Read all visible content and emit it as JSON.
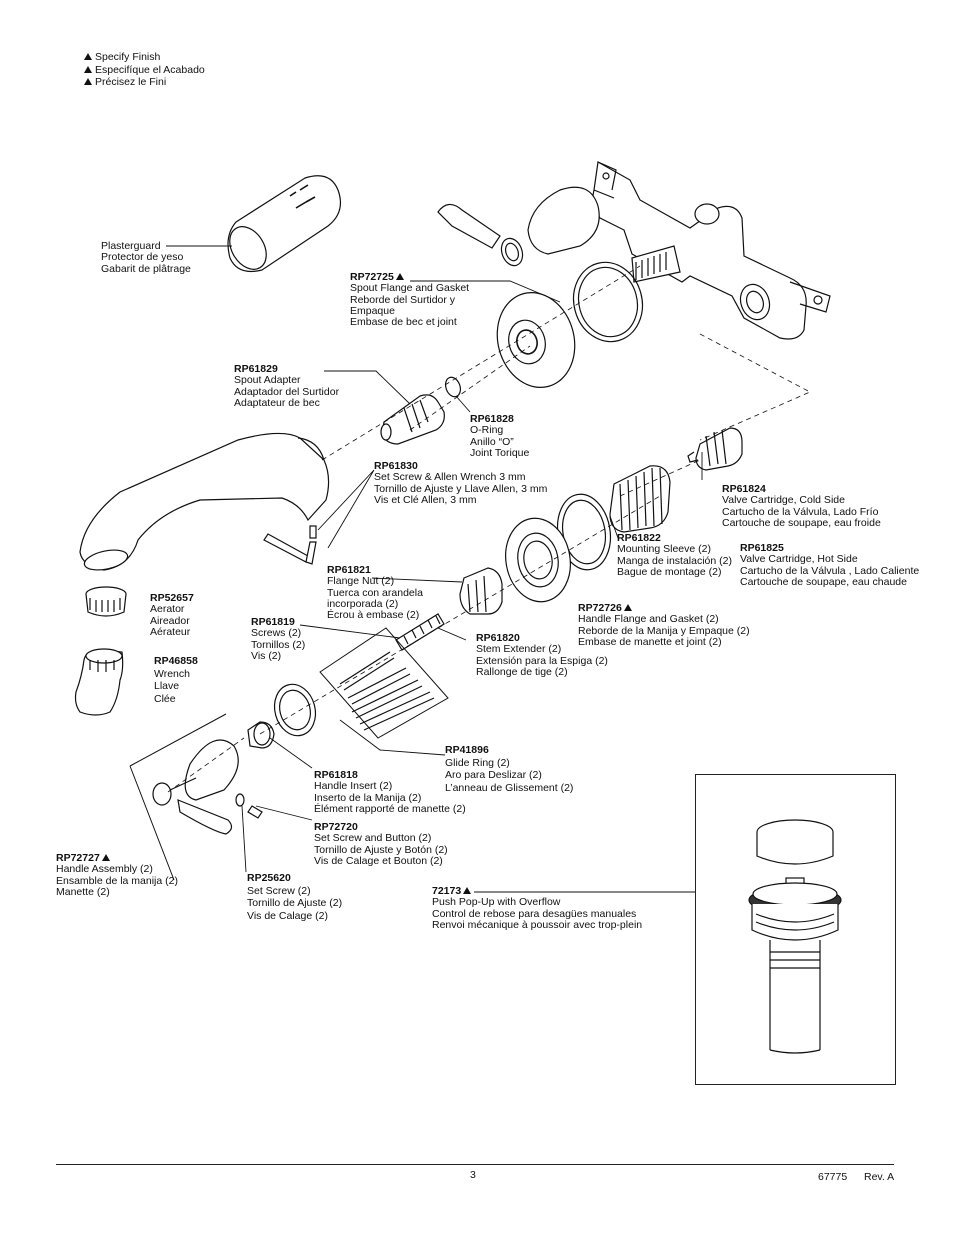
{
  "legend": [
    "Specify Finish",
    "Especifíque el Acabado",
    "Précisez le Fini"
  ],
  "parts": {
    "plasterguard": {
      "part": "",
      "lines": [
        "Plasterguard",
        "Protector de yeso",
        "Gabarit de plâtrage"
      ]
    },
    "rp72725": {
      "part": "RP72725",
      "lines": [
        "Spout Flange and Gasket",
        "Reborde del Surtidor y",
        "Empaque",
        "Embase de bec et joint"
      ]
    },
    "rp61829": {
      "part": "RP61829",
      "lines": [
        "Spout Adapter",
        "Adaptador del Surtidor",
        "Adaptateur de bec"
      ]
    },
    "rp61828": {
      "part": "RP61828",
      "lines": [
        "O-Ring",
        "Anillo “O”",
        "Joint Torique"
      ]
    },
    "rp61830": {
      "part": "RP61830",
      "lines": [
        "Set Screw & Allen Wrench 3 mm",
        "Tornillo de Ajuste y Llave Allen, 3 mm",
        "Vis et Clé Allen, 3 mm"
      ]
    },
    "rp61824": {
      "part": "RP61824",
      "lines": [
        "Valve Cartridge, Cold Side",
        "Cartucho de la Válvula, Lado Frío",
        "Cartouche de soupape, eau froide"
      ]
    },
    "rp61822": {
      "part": "RP61822",
      "lines": [
        "Mounting Sleeve (2)",
        "Manga de instalación (2)",
        "Bague de montage (2)"
      ]
    },
    "rp61825": {
      "part": "RP61825",
      "lines": [
        "Valve Cartridge, Hot Side",
        "Cartucho de la Válvula , Lado Caliente",
        "Cartouche de soupape, eau chaude"
      ]
    },
    "rp61821": {
      "part": "RP61821",
      "lines": [
        "Flange Nut (2)",
        "Tuerca con arandela",
        "incorporada (2)",
        "Écrou à embase (2)"
      ]
    },
    "rp52657": {
      "part": "RP52657",
      "lines": [
        "Aerator",
        "Aireador",
        "Aérateur"
      ]
    },
    "rp72726": {
      "part": "RP72726",
      "lines": [
        "Handle Flange and Gasket (2)",
        "Reborde de la Manija y Empaque (2)",
        "Embase de manette et joint (2)"
      ]
    },
    "rp61819": {
      "part": "RP61819",
      "lines": [
        "Screws (2)",
        "Tornillos (2)",
        "Vis (2)"
      ]
    },
    "rp61820": {
      "part": "RP61820",
      "lines": [
        "Stem Extender (2)",
        "Extensión para la Espiga (2)",
        "Rallonge de tige (2)"
      ]
    },
    "rp46858": {
      "part": "RP46858",
      "lines": [
        "Wrench",
        "Llave",
        "Clée"
      ]
    },
    "rp41896": {
      "part": "RP41896",
      "lines": [
        "Glide Ring (2)",
        "Aro para Deslizar (2)",
        "L’anneau de Glissement (2)"
      ]
    },
    "rp61818": {
      "part": "RP61818",
      "lines": [
        "Handle Insert  (2)",
        "Inserto de la Manija (2)",
        "Élément rapporté de manette (2)"
      ]
    },
    "rp72720": {
      "part": "RP72720",
      "lines": [
        "Set Screw and Button  (2)",
        "Tornillo de Ajuste y Botón (2)",
        "Vis de Calage et Bouton (2)"
      ]
    },
    "rp72727": {
      "part": "RP72727",
      "lines": [
        "Handle Assembly (2)",
        "Ensamble de la manija (2)",
        "Manette (2)"
      ]
    },
    "rp25620": {
      "part": "RP25620",
      "lines": [
        "Set Screw (2)",
        "Tornillo de Ajuste (2)",
        "Vis de Calage (2)"
      ]
    },
    "p72173": {
      "part": "72173",
      "lines": [
        "Push Pop-Up with Overflow",
        "Control de rebose para desagües manuales",
        "Renvoi mécanique à poussoir avec trop-plein"
      ]
    }
  },
  "footer": {
    "page": "3",
    "doc": "67775",
    "rev": "Rev. A"
  }
}
